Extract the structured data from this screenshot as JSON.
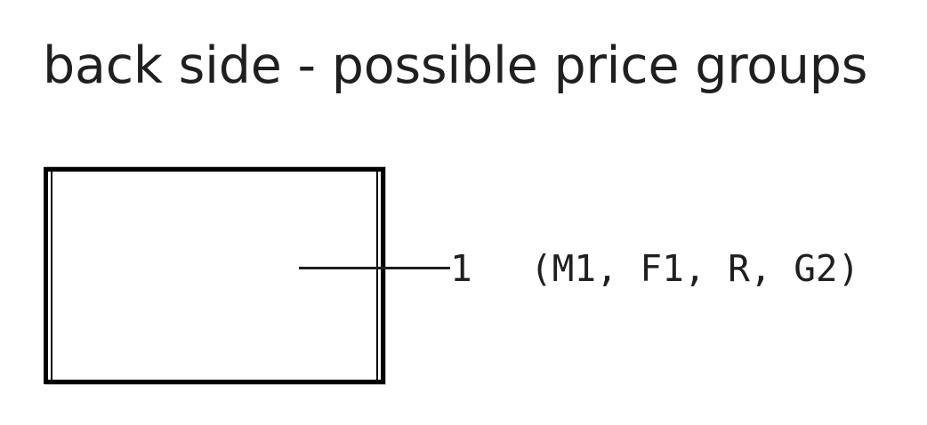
{
  "title": "back side - possible price groups",
  "colors": {
    "background": "#ffffff",
    "stroke": "#000000",
    "text": "#1f1f1f",
    "hairline": "#bdbdbd"
  },
  "panel": {
    "name": "rectangular panel outline",
    "style": "double-line frame"
  },
  "callout": {
    "number": "1",
    "groups": "(M1, F1, R, G2)",
    "leader": "leader line"
  }
}
